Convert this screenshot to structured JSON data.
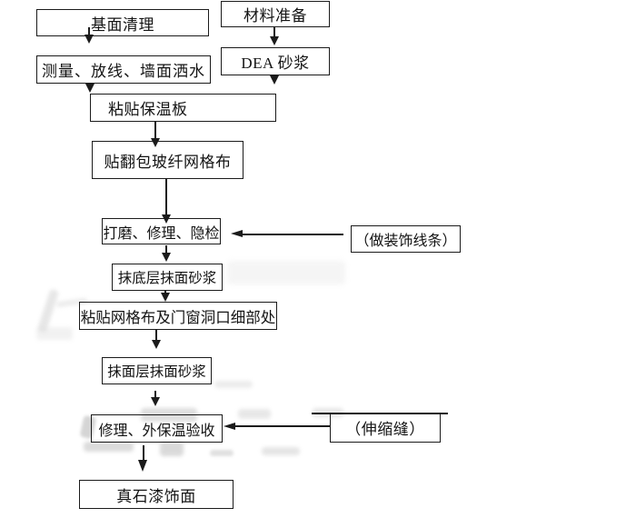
{
  "flowchart": {
    "nodes": [
      {
        "id": "base-cleaning",
        "label": "基面清理"
      },
      {
        "id": "material-prep",
        "label": "材料准备"
      },
      {
        "id": "measure-layout-watering",
        "label": "测量、放线、墙面洒水"
      },
      {
        "id": "dea-mortar",
        "label": "DEA 砂浆"
      },
      {
        "id": "paste-insulation-board",
        "label": "粘贴保温板"
      },
      {
        "id": "wrap-fiberglass-mesh",
        "label": "贴翻包玻纤网格布"
      },
      {
        "id": "grind-repair-inspection",
        "label": "打磨、修理、隐检"
      },
      {
        "id": "decorative-moulding",
        "label": "（做装饰线条）"
      },
      {
        "id": "base-coat-mortar",
        "label": "抹底层抹面砂浆"
      },
      {
        "id": "mesh-opening-details",
        "label": "粘贴网格布及门窗洞口细部处"
      },
      {
        "id": "finish-coat-mortar",
        "label": "抹面层抹面砂浆"
      },
      {
        "id": "repair-acceptance",
        "label": "修理、外保温验收"
      },
      {
        "id": "expansion-joint",
        "label": "（伸缩缝）"
      },
      {
        "id": "stone-paint-finish",
        "label": "真石漆饰面"
      }
    ],
    "edges": [
      {
        "from": "base-cleaning",
        "to": "measure-layout-watering"
      },
      {
        "from": "measure-layout-watering",
        "to": "paste-insulation-board"
      },
      {
        "from": "material-prep",
        "to": "dea-mortar"
      },
      {
        "from": "dea-mortar",
        "to": "paste-insulation-board"
      },
      {
        "from": "paste-insulation-board",
        "to": "wrap-fiberglass-mesh"
      },
      {
        "from": "wrap-fiberglass-mesh",
        "to": "grind-repair-inspection"
      },
      {
        "from": "decorative-moulding",
        "to": "grind-repair-inspection"
      },
      {
        "from": "grind-repair-inspection",
        "to": "base-coat-mortar"
      },
      {
        "from": "base-coat-mortar",
        "to": "mesh-opening-details"
      },
      {
        "from": "mesh-opening-details",
        "to": "finish-coat-mortar"
      },
      {
        "from": "finish-coat-mortar",
        "to": "repair-acceptance"
      },
      {
        "from": "expansion-joint",
        "to": "repair-acceptance"
      },
      {
        "from": "repair-acceptance",
        "to": "stone-paint-finish"
      }
    ],
    "colors": {
      "line": "#1b1b1b",
      "text": "#141414",
      "background": "#ffffff"
    }
  }
}
